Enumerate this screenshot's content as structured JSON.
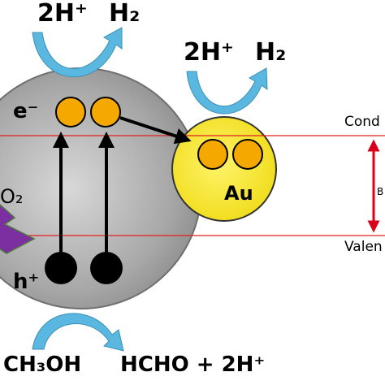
{
  "labels": {
    "top_left_h_plus": "2H⁺",
    "top_left_h2": "H₂",
    "top_right_h_plus": "2H⁺",
    "top_right_h2": "H₂",
    "electron": "e⁻",
    "hole": "h⁺",
    "gold": "Au",
    "oxide_fragment": "O₂",
    "conduction_band": "Cond",
    "valence_band": "Valen",
    "band_gap_fragment": "B",
    "bottom_reactant": "CH₃OH",
    "bottom_product": "HCHO + 2H⁺"
  },
  "colors": {
    "tio2_sphere": "#a8a8a8",
    "au_sphere": "#f5e83a",
    "electron_fill": "#f5a800",
    "hole_fill": "#000000",
    "band_lines": "#e0201f",
    "band_gap_arrow": "#d8001a",
    "reaction_arrows": "#5ab8e0",
    "light_arrow": "#7b2fa0"
  },
  "icons": {
    "electron": "orange-circle",
    "hole": "black-circle",
    "light": "purple-arrow"
  }
}
